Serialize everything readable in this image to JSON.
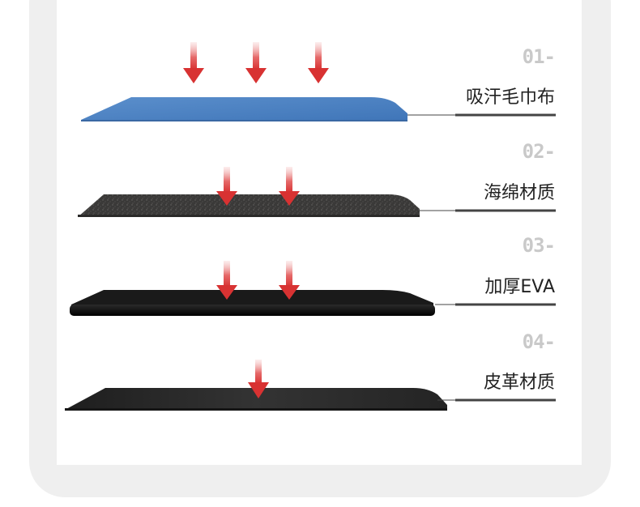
{
  "colors": {
    "frame_background": "#efefef",
    "panel_background": "#ffffff",
    "arrow": "#e03c3c",
    "number_text": "#c9c9c9",
    "label_text": "#222222",
    "leader_line": "#444444"
  },
  "layers": [
    {
      "number": "01-",
      "label": "吸汗毛巾布",
      "material_color": "#4f83c4",
      "arrow_count": 3
    },
    {
      "number": "02-",
      "label": "海绵材质",
      "material_color": "#3a3938",
      "arrow_count": 2
    },
    {
      "number": "03-",
      "label": "加厚EVA",
      "material_color": "#141414",
      "arrow_count": 2
    },
    {
      "number": "04-",
      "label": "皮革材质",
      "material_color": "#262626",
      "arrow_count": 1
    }
  ]
}
